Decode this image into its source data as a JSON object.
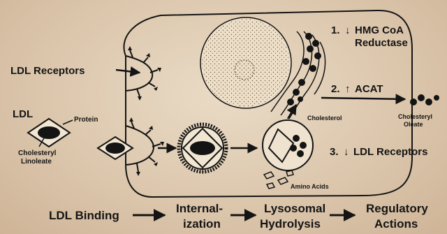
{
  "labels": {
    "ldl_receptors": "LDL Receptors",
    "ldl": "LDL",
    "protein": "Protein",
    "cholesteryl": "Cholesteryl",
    "linoleate": "Linoleate",
    "cholesterol": "Cholesterol",
    "cholesteryl_out": "Cholesteryl",
    "oleate": "Oleate",
    "amino_acids": "Amino Acids"
  },
  "regulatory_effects": [
    {
      "number": "1.",
      "arrow": "↓",
      "text": "HMG CoA",
      "text2": "Reductase"
    },
    {
      "number": "2.",
      "arrow": "↑",
      "text": "ACAT"
    },
    {
      "number": "3.",
      "arrow": "↓",
      "text": "LDL Receptors"
    }
  ],
  "pathway": [
    {
      "line1": "LDL Binding"
    },
    {
      "line1": "Internal-",
      "line2": "ization"
    },
    {
      "line1": "Lysosomal",
      "line2": "Hydrolysis"
    },
    {
      "line1": "Regulatory",
      "line2": "Actions"
    }
  ]
}
